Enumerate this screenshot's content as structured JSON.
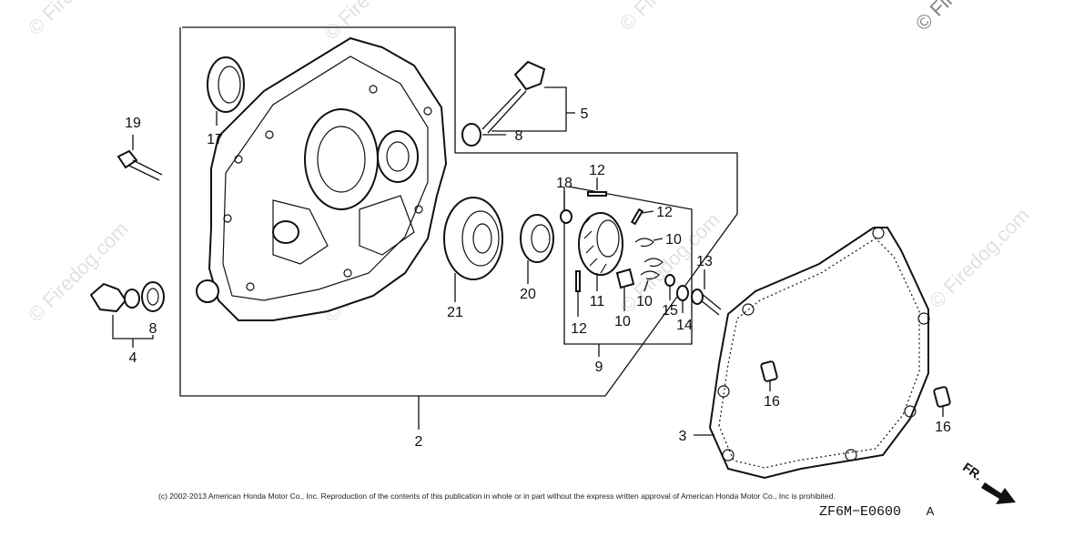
{
  "callouts": [
    {
      "id": "c19",
      "text": "19"
    },
    {
      "id": "c17",
      "text": "17"
    },
    {
      "id": "c5",
      "text": "5"
    },
    {
      "id": "c8a",
      "text": "8"
    },
    {
      "id": "c18",
      "text": "18"
    },
    {
      "id": "c12a",
      "text": "12"
    },
    {
      "id": "c12b",
      "text": "12"
    },
    {
      "id": "c10a",
      "text": "10"
    },
    {
      "id": "c13",
      "text": "13"
    },
    {
      "id": "c21",
      "text": "21"
    },
    {
      "id": "c20",
      "text": "20"
    },
    {
      "id": "c11",
      "text": "11"
    },
    {
      "id": "c10b",
      "text": "10"
    },
    {
      "id": "c10c",
      "text": "10"
    },
    {
      "id": "c15",
      "text": "15"
    },
    {
      "id": "c14",
      "text": "14"
    },
    {
      "id": "c12c",
      "text": "12"
    },
    {
      "id": "c9",
      "text": "9"
    },
    {
      "id": "c8b",
      "text": "8"
    },
    {
      "id": "c4",
      "text": "4"
    },
    {
      "id": "c2",
      "text": "2"
    },
    {
      "id": "c16a",
      "text": "16"
    },
    {
      "id": "c16b",
      "text": "16"
    },
    {
      "id": "c3",
      "text": "3"
    }
  ],
  "watermark": "© Firedog.com",
  "copyright": "(c) 2002-2013 American Honda Motor Co., Inc. Reproduction of the contents of this publication in whole or in part without the express written approval of American Honda Motor Co., Inc is prohibited.",
  "diagram_code": "ZF6M−E0600",
  "diagram_code_suffix": "A",
  "fr_label": "FR."
}
